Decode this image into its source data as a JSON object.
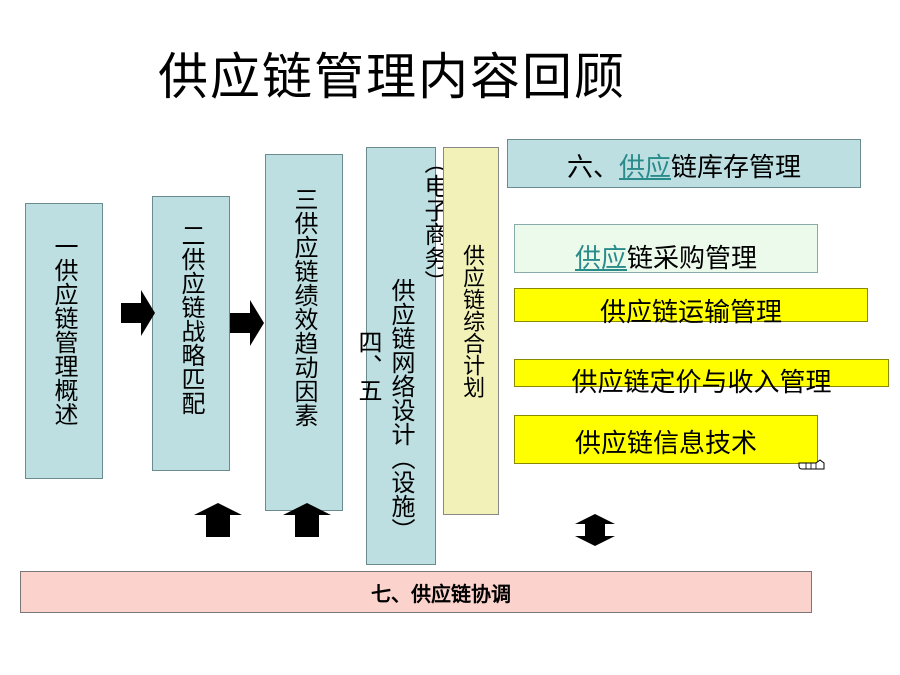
{
  "title": "供应链管理内容回顾",
  "modules": {
    "m1": "一供应链管理概述",
    "m2": "二供应链战略匹配",
    "m3": "三供应链绩效趋动因素",
    "m45_col1": "（电子商务）",
    "m45_col2": "供应链网络设计（设施）",
    "m45_col3": "四、五",
    "plan": "供应链综合计划",
    "m6_prefix": "六、",
    "m6_accent": "供应",
    "m6_suffix": "链库存管理",
    "purchase_accent": "供应",
    "purchase_suffix": "链采购管理",
    "transport": "供应链运输管理",
    "pricing": "供应链定价与收入管理",
    "infotech": "供应链信息技术",
    "m7": "七、供应链协调"
  },
  "colors": {
    "box_blue": "#bddfe2",
    "box_cream": "#f2f2b8",
    "box_yellow": "#ffff00",
    "box_pink": "#fbd3cc",
    "accent_teal": "#2a8b8b"
  }
}
